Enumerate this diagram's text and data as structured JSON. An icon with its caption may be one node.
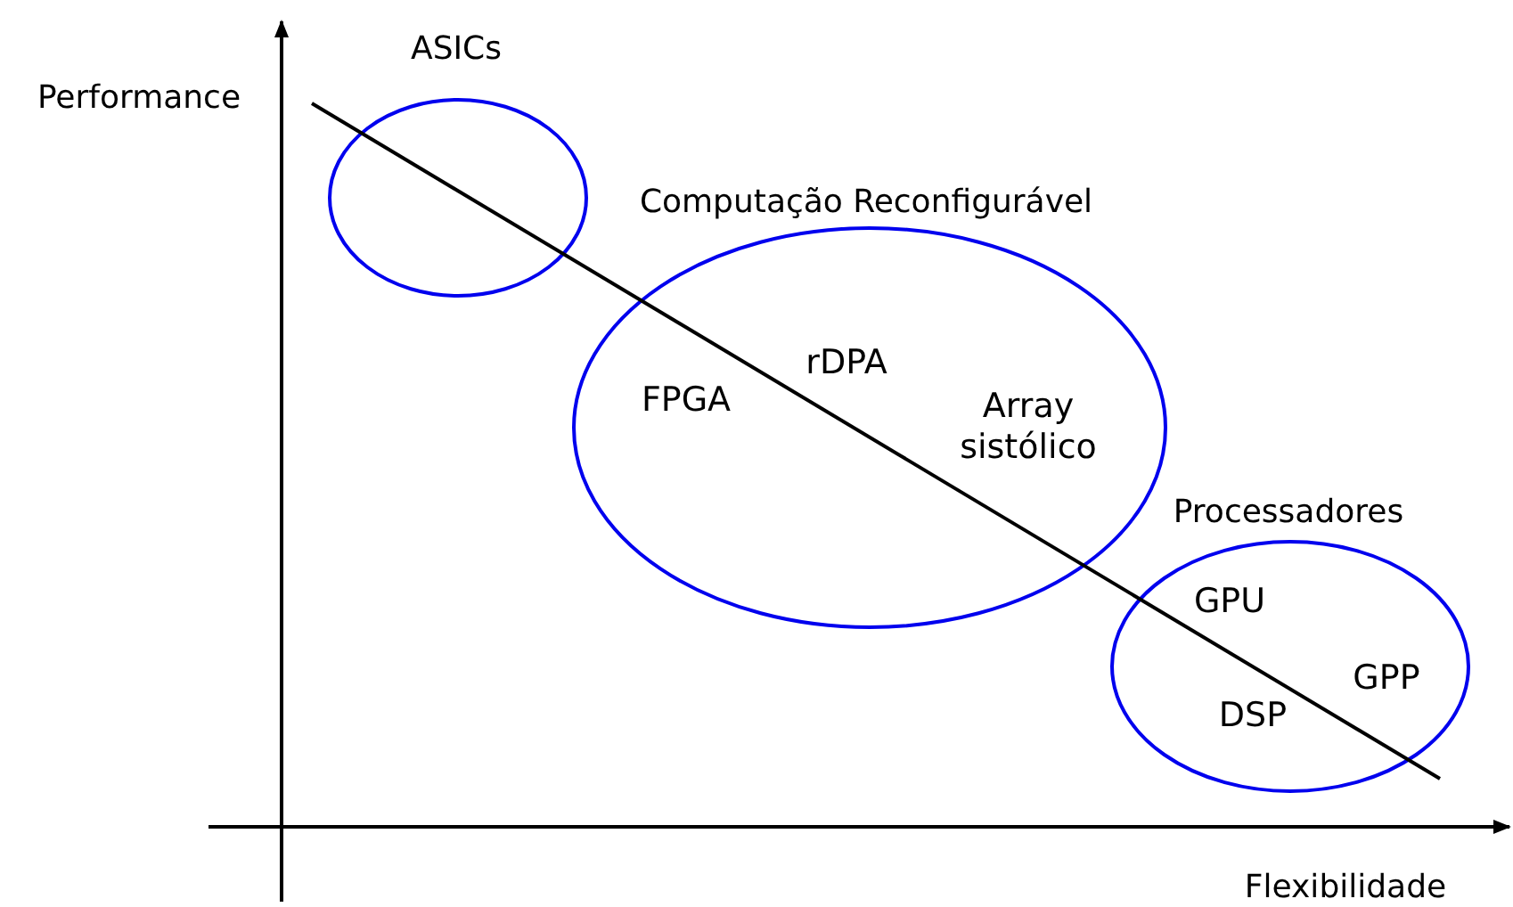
{
  "diagram": {
    "nodes": [
      {
        "text": [
          "ASICs"
        ]
      },
      {
        "text": [
          "Computação Reconfigurável",
          "FPGA",
          "rDPA",
          "Array sistólico"
        ]
      },
      {
        "text": [
          "Processadores",
          "GPU",
          "DSP",
          "GPP"
        ]
      }
    ],
    "labels": [
      "Performance",
      "Flexibilidade"
    ]
  }
}
